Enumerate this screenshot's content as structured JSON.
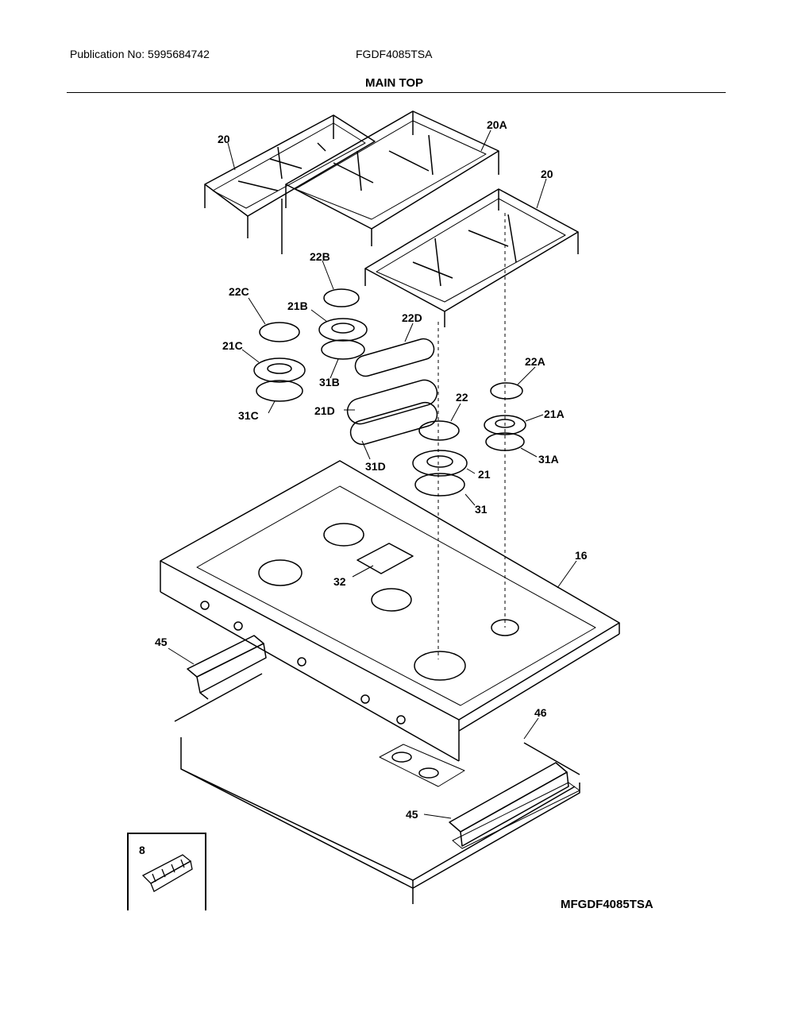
{
  "header": {
    "publication": "Publication No: 5995684742",
    "model": "FGDF4085TSA",
    "section_title": "MAIN TOP"
  },
  "callouts": {
    "grate_left": "20",
    "grate_center": "20A",
    "grate_right": "20",
    "cap_22b": "22B",
    "cap_22c": "22C",
    "head_21b": "21B",
    "ring_31b": "31B",
    "cap_22d": "22D",
    "head_21c": "21C",
    "ring_31c": "31C",
    "cap_22a": "22A",
    "cap_22": "22",
    "head_21d": "21D",
    "head_21a": "21A",
    "ring_31a": "31A",
    "ring_31d": "31D",
    "head_21": "21",
    "ring_31": "31",
    "cooktop_16": "16",
    "vent_32": "32",
    "rail_45_left": "45",
    "rail_46": "46",
    "rail_45_right": "45",
    "inset_8": "8"
  },
  "diagram_id": "MFGDF4085TSA"
}
